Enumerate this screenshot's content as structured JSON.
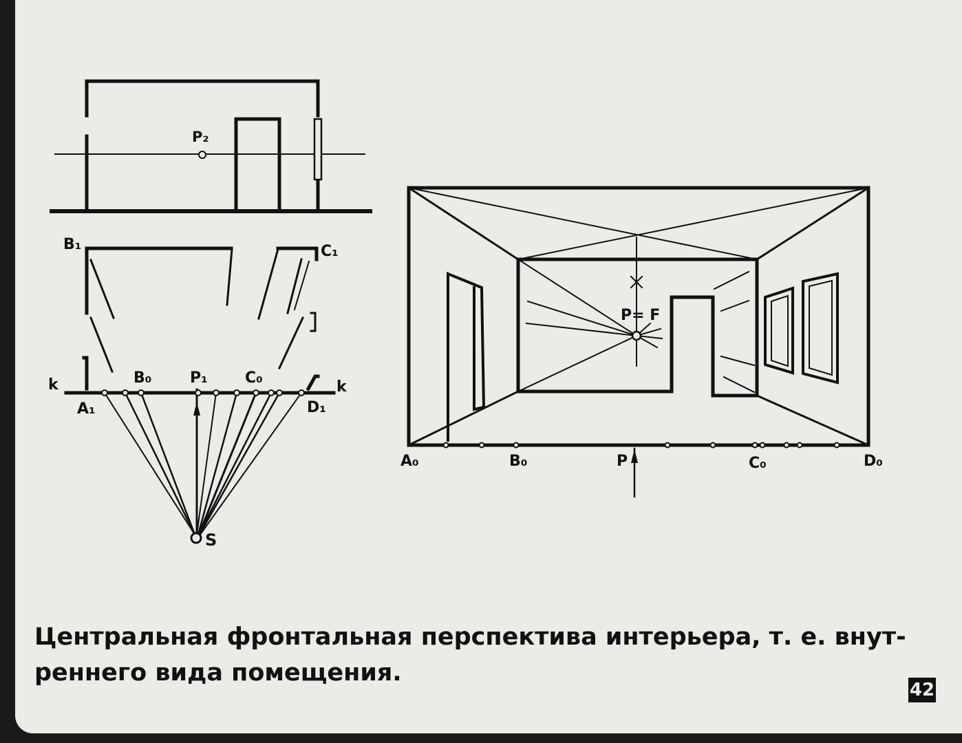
{
  "labels": {
    "p2": "P₂",
    "b1": "B₁",
    "c1": "C₁",
    "k_left": "k",
    "k_right": "k",
    "b0_left": "B₀",
    "p1": "P₁",
    "c0_left": "C₀",
    "a1": "A₁",
    "d1": "D₁",
    "s": "S",
    "pf": "P= F",
    "a0": "A₀",
    "b0_right": "B₀",
    "p": "P",
    "c0_right": "C₀",
    "d0": "D₀"
  },
  "caption": {
    "line1": "Центральная фронтальная перспектива интерьера, т. е. внут-",
    "line2": "реннего  вида  помещения."
  },
  "page_number": "42"
}
